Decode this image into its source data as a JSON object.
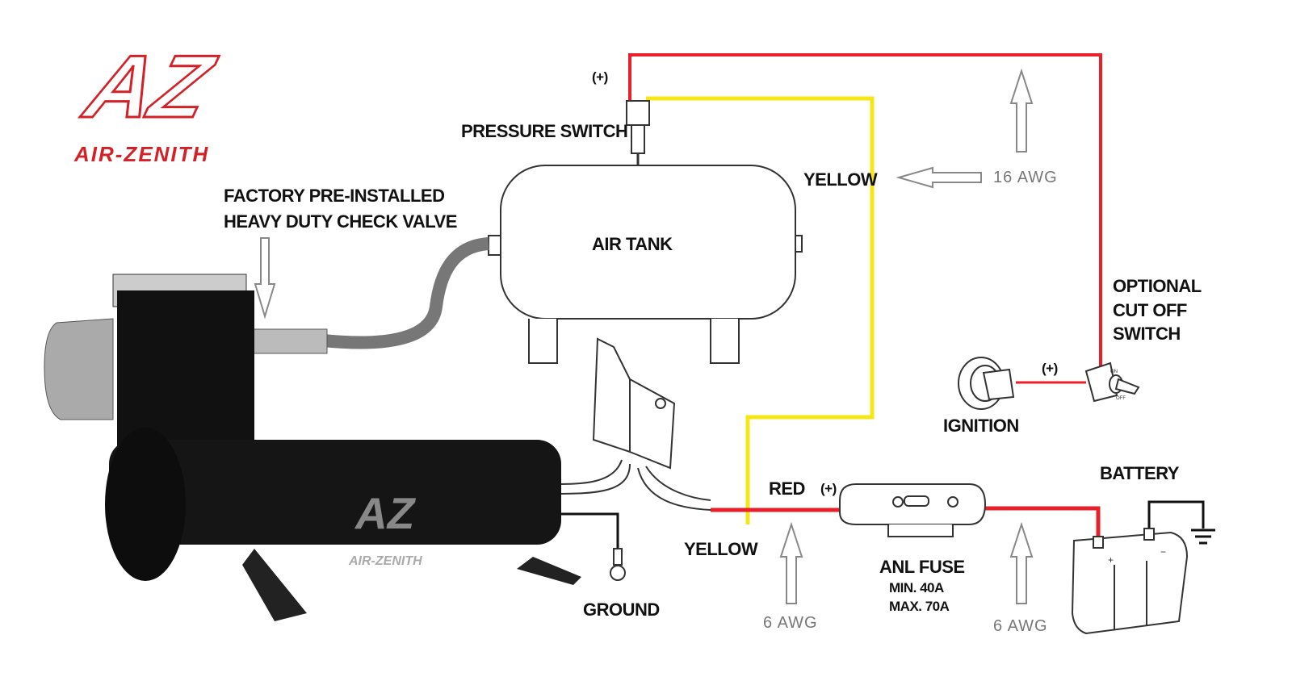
{
  "logo": {
    "mark": "AZ",
    "brand": "AIR-ZENITH"
  },
  "labels": {
    "plus_top": "(+)",
    "pressure_switch": "PRESSURE SWITCH",
    "check_valve_line1": "FACTORY PRE-INSTALLED",
    "check_valve_line2": "HEAVY DUTY CHECK VALVE",
    "air_tank": "AIR TANK",
    "yellow_top": "YELLOW",
    "yellow_bottom": "YELLOW",
    "red": "RED",
    "plus_red": "(+)",
    "plus_ignition": "(+)",
    "optional_line1": "OPTIONAL",
    "optional_line2": "CUT OFF",
    "optional_line3": "SWITCH",
    "ignition": "IGNITION",
    "battery": "BATTERY",
    "anl_fuse": "ANL FUSE",
    "fuse_min": "MIN. 40A",
    "fuse_max": "MAX. 70A",
    "ground": "GROUND",
    "awg_16": "16 AWG",
    "awg_6_left": "6 AWG",
    "awg_6_right": "6 AWG",
    "switch_on": "ON",
    "switch_off": "OFF",
    "battery_pos": "+",
    "battery_neg": "−"
  },
  "colors": {
    "red_wire": "#e8202a",
    "yellow_wire": "#f5e614",
    "black_wire": "#111111",
    "brand_red": "#d42027"
  }
}
